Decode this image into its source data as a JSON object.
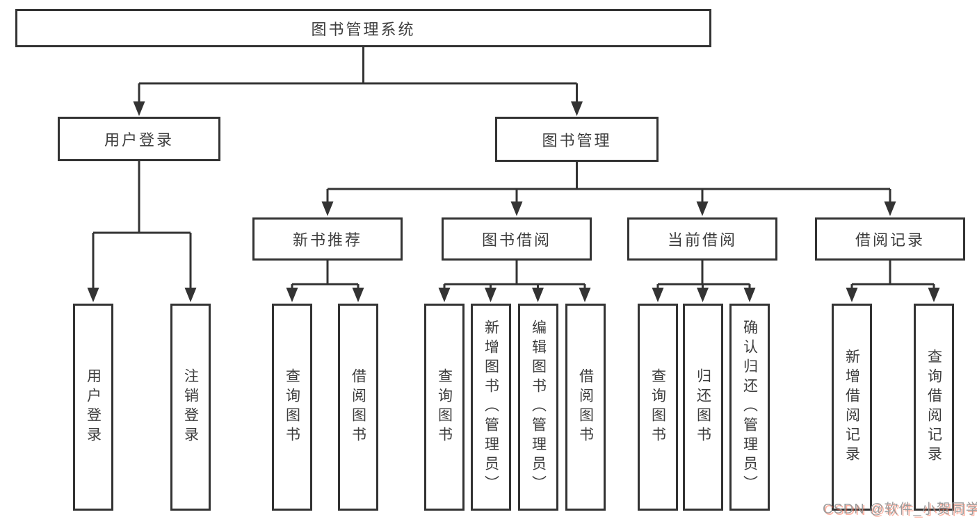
{
  "nodes": {
    "root": "图书管理系统",
    "user_login": "用户登录",
    "book_management": "图书管理",
    "new_book_recommend": "新书推荐",
    "book_borrow": "图书借阅",
    "current_borrow": "当前借阅",
    "borrow_record": "借阅记录",
    "leaf_user_login": "用户登录",
    "leaf_logout": "注销登录",
    "leaf_query_book_1": "查询图书",
    "leaf_borrow_book_1": "借阅图书",
    "leaf_query_book_2": "查询图书",
    "leaf_add_book_admin": "新增图书（管理员）",
    "leaf_edit_book_admin": "编辑图书（管理员）",
    "leaf_borrow_book_2": "借阅图书",
    "leaf_query_book_3": "查询图书",
    "leaf_return_book": "归还图书",
    "leaf_confirm_return_admin": "确认归还（管理员）",
    "leaf_add_borrow_record": "新增借阅记录",
    "leaf_query_borrow_record": "查询借阅记录"
  },
  "hierarchy": {
    "root": [
      "user_login",
      "book_management"
    ],
    "user_login": [
      "leaf_user_login",
      "leaf_logout"
    ],
    "book_management": [
      "new_book_recommend",
      "book_borrow",
      "current_borrow",
      "borrow_record"
    ],
    "new_book_recommend": [
      "leaf_query_book_1",
      "leaf_borrow_book_1"
    ],
    "book_borrow": [
      "leaf_query_book_2",
      "leaf_add_book_admin",
      "leaf_edit_book_admin",
      "leaf_borrow_book_2"
    ],
    "current_borrow": [
      "leaf_query_book_3",
      "leaf_return_book",
      "leaf_confirm_return_admin"
    ],
    "borrow_record": [
      "leaf_add_borrow_record",
      "leaf_query_borrow_record"
    ]
  },
  "watermark": {
    "text": "CSDN @软件_小贺同学"
  },
  "colors": {
    "line": "#333333",
    "box_border": "#333333",
    "text": "#3d3d3d",
    "background": "#ffffff",
    "watermark_gray": "#969696",
    "watermark_red": "#fc5531"
  }
}
